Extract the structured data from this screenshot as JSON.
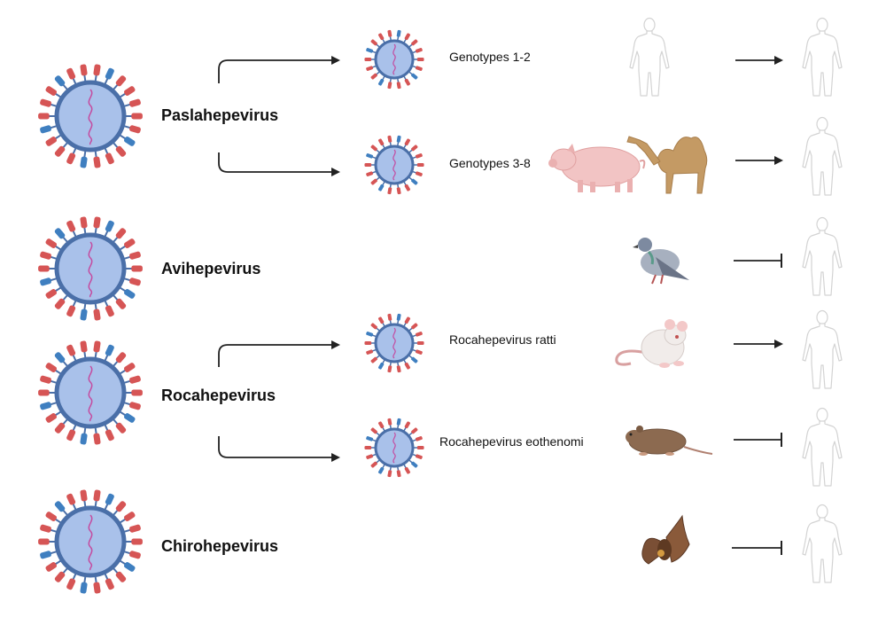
{
  "genera": [
    {
      "name": "Paslahepevirus",
      "branches": [
        {
          "label": "Genotypes 1-2",
          "host": "human-icon",
          "transmission": "transmits"
        },
        {
          "label": "Genotypes 3-8",
          "host": "pig-camel-icon",
          "transmission": "transmits"
        }
      ]
    },
    {
      "name": "Avihepevirus",
      "host": "pigeon-icon",
      "transmission": "blocked"
    },
    {
      "name": "Rocahepevirus",
      "branches": [
        {
          "label": "Rocahepevirus ratti",
          "host": "rat-icon",
          "transmission": "transmits"
        },
        {
          "label": "Rocahepevirus eothenomi",
          "host": "vole-icon",
          "transmission": "blocked"
        }
      ]
    },
    {
      "name": "Chirohepevirus",
      "host": "bat-icon",
      "transmission": "blocked"
    }
  ],
  "colors": {
    "capsid_fill": "#a9c1ea",
    "capsid_ring": "#4a6fa8",
    "spike_red": "#d65555",
    "spike_blue": "#3f7fc0",
    "genome": "#c44ca0",
    "human_outline": "#d3d3d3",
    "arrow": "#222222"
  }
}
